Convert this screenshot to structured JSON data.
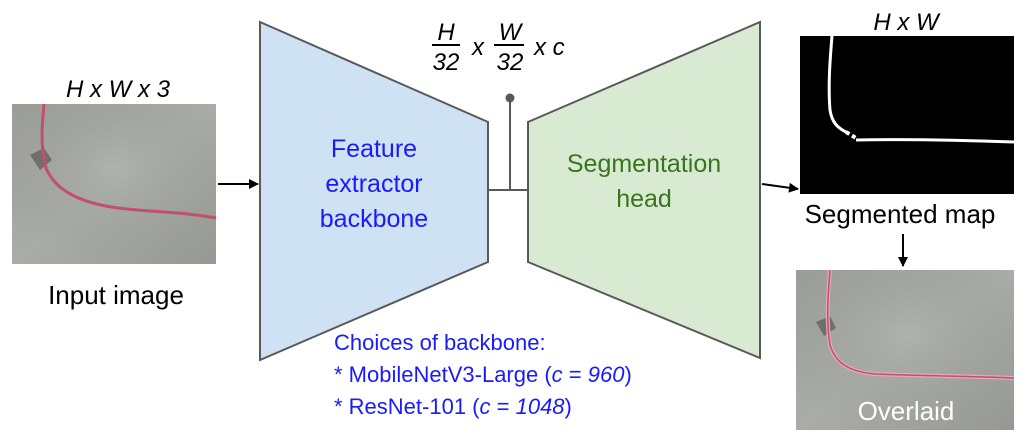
{
  "input": {
    "dims_label": "H x W x 3",
    "caption": "Input image"
  },
  "backbone": {
    "line1": "Feature",
    "line2": "extractor",
    "line3": "backbone"
  },
  "bottleneck": {
    "h": "H",
    "w": "W",
    "denom": "32",
    "x": "x",
    "c_suffix": "x c"
  },
  "head": {
    "line1": "Segmentation",
    "line2": "head"
  },
  "output": {
    "dims_label": "H x W",
    "caption": "Segmented map",
    "overlay_caption": "Overlaid"
  },
  "choices": {
    "title": "Choices of backbone:",
    "items": [
      {
        "prefix": "* MobileNetV3-Large (",
        "var": "c",
        "eq": " = ",
        "value": "960",
        "suffix": ")"
      },
      {
        "prefix": "* ResNet-101 (",
        "var": "c",
        "eq": " = ",
        "value": "1048",
        "suffix": ")"
      }
    ]
  },
  "colors": {
    "backbone_fill": "#cfe2f3",
    "head_fill": "#d9ead3",
    "shape_stroke": "#595959",
    "backbone_text": "#1a1aff",
    "head_text": "#38761d",
    "choices_text": "#1a1aff",
    "rope": "#c2506a",
    "mask_bg": "#000000",
    "mask_line": "#ffffff"
  }
}
